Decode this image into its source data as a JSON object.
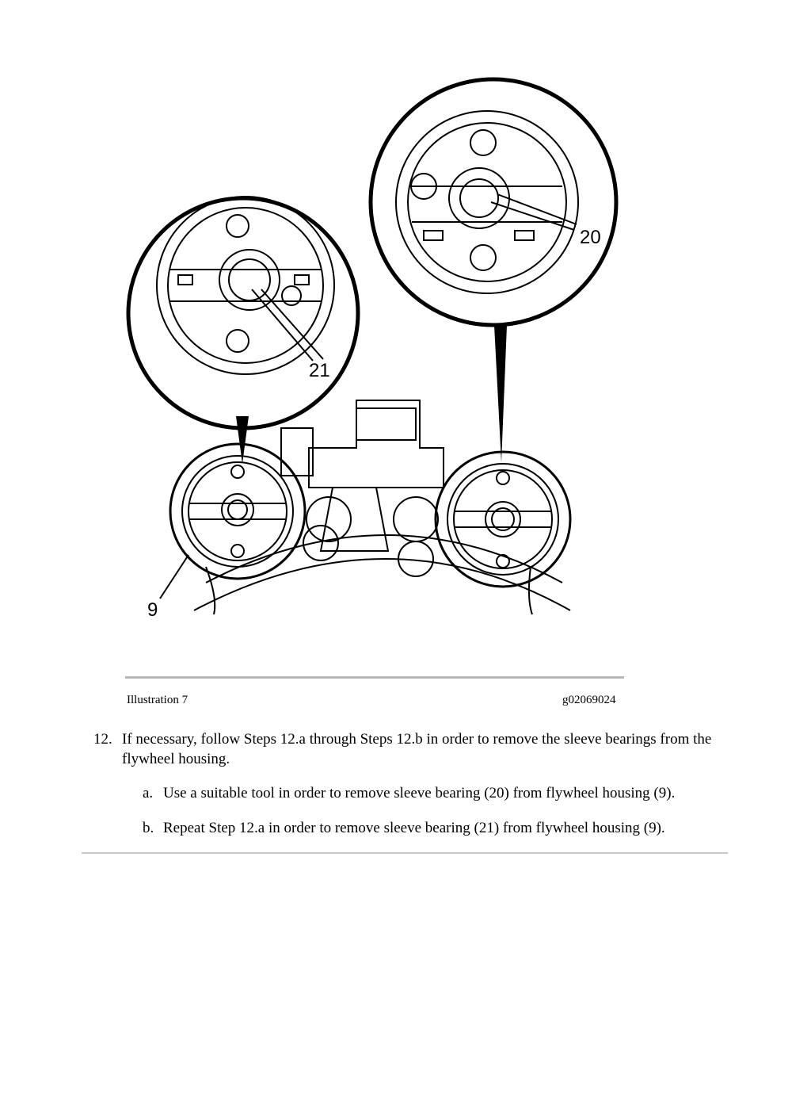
{
  "figure": {
    "callouts": {
      "c20": "20",
      "c21": "21",
      "c9": "9"
    }
  },
  "caption": {
    "label": "Illustration 7",
    "code": "g02069024"
  },
  "step": {
    "number": "12.",
    "text": "If necessary, follow Steps 12.a through Steps 12.b in order to remove the sleeve bearings from the flywheel housing."
  },
  "substeps": [
    {
      "letter": "a.",
      "text": "Use a suitable tool in order to remove sleeve bearing (20) from flywheel housing (9)."
    },
    {
      "letter": "b.",
      "text": "Repeat Step 12.a in order to remove sleeve bearing (21) from flywheel housing (9)."
    }
  ]
}
